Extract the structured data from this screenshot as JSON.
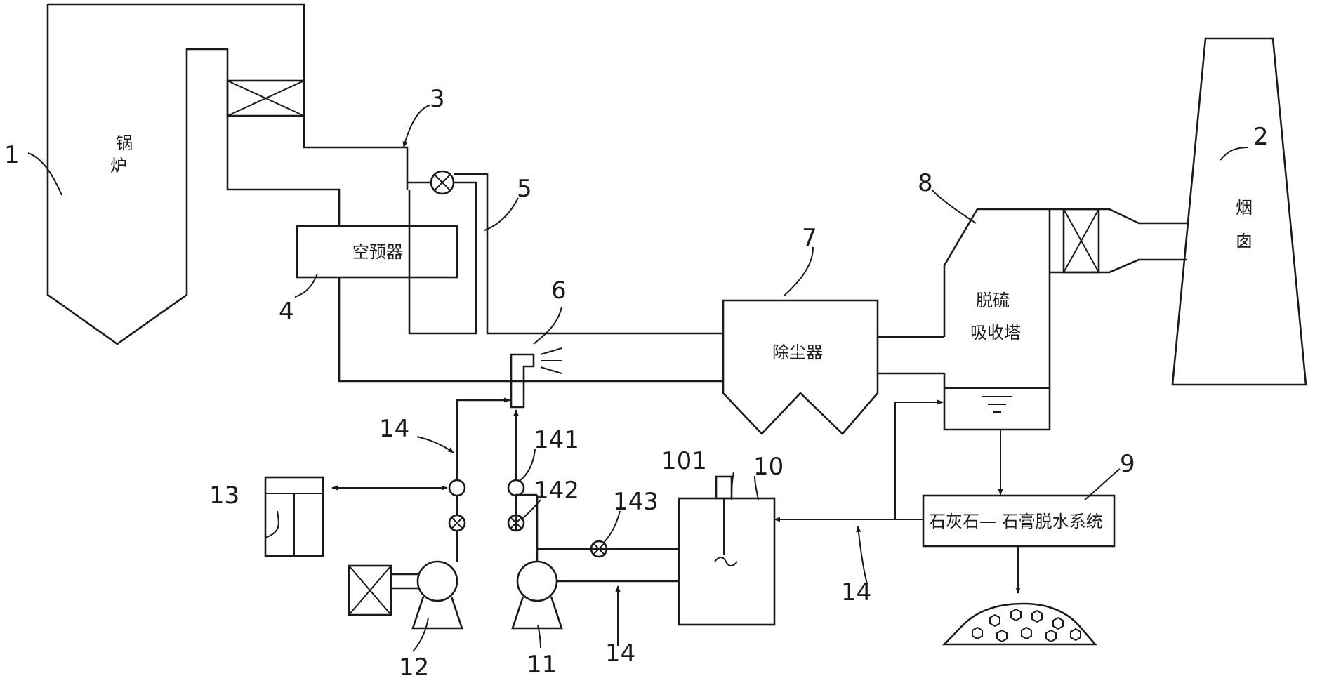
{
  "equipment": {
    "boiler": [
      "锅",
      "炉"
    ],
    "chimney": [
      "烟",
      "囱"
    ],
    "air_preheater": "空预器",
    "dust_collector": "除尘器",
    "absorber": [
      "脱硫",
      "吸收塔"
    ],
    "dewatering": "石灰石— 石膏脱水系统"
  },
  "callouts": {
    "n1": "1",
    "n2": "2",
    "n3": "3",
    "n4": "4",
    "n5": "5",
    "n6": "6",
    "n7": "7",
    "n8": "8",
    "n9": "9",
    "n10": "10",
    "n101": "101",
    "n11": "11",
    "n12": "12",
    "n13": "13",
    "n14a": "14",
    "n14b": "14",
    "n14c": "14",
    "n141": "141",
    "n142": "142",
    "n143": "143"
  }
}
